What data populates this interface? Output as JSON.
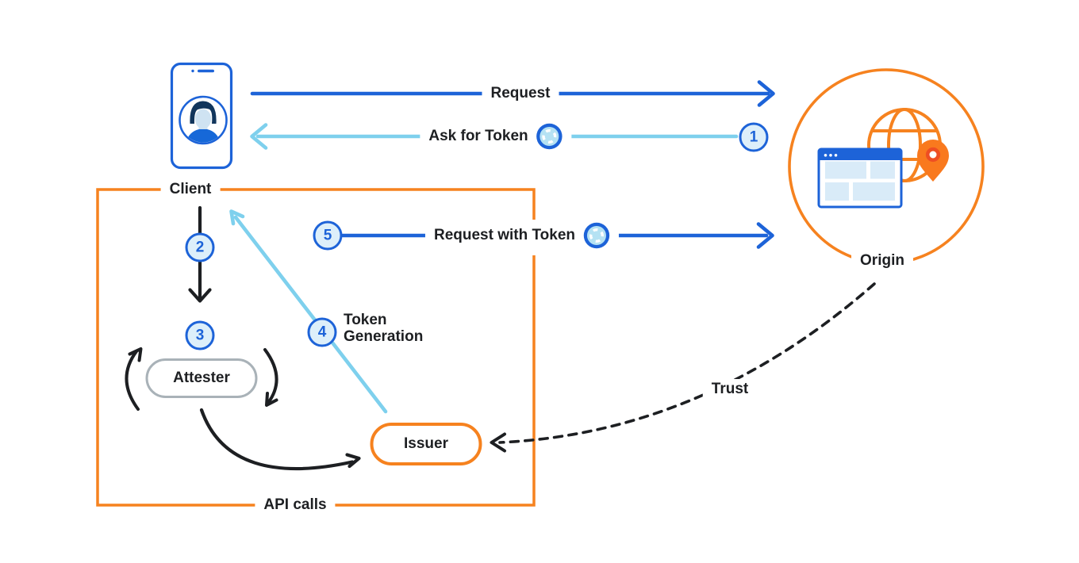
{
  "diagram": {
    "nodes": {
      "client": {
        "label": "Client"
      },
      "origin": {
        "label": "Origin"
      },
      "attester": {
        "label": "Attester"
      },
      "issuer": {
        "label": "Issuer"
      }
    },
    "arrows": {
      "request": "Request",
      "ask_for_token": "Ask for Token",
      "request_with_token": "Request with Token",
      "token_generation_line1": "Token",
      "token_generation_line2": "Generation",
      "trust": "Trust"
    },
    "box": {
      "label": "API calls"
    },
    "steps": {
      "s1": "1",
      "s2": "2",
      "s3": "3",
      "s4": "4",
      "s5": "5"
    },
    "icons": {
      "client_device": "phone-user-icon",
      "token": "token-icon",
      "origin_globe": "globe-icon",
      "origin_browser": "browser-window-icon",
      "origin_pin": "location-pin-icon"
    },
    "colors": {
      "blue": "#1d63d8",
      "light_blue": "#7ed0ed",
      "orange": "#f6821f",
      "black": "#1d1f22",
      "gray_border": "#a9b2b8",
      "step_fill": "#ddeffa",
      "token_inner": "#b5e2f3",
      "panel_blue": "#d9ebf8",
      "pin_red": "#ee4e23"
    }
  }
}
